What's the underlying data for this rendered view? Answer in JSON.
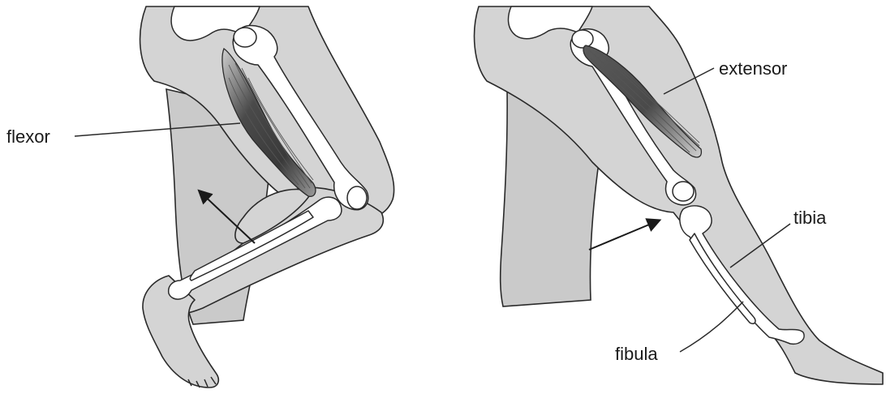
{
  "labels": {
    "flexor": "flexor",
    "extensor": "extensor",
    "tibia": "tibia",
    "fibula": "fibula"
  },
  "colors": {
    "skin": "#d4d4d4",
    "muscle_dark": "#3a3a3a",
    "muscle_light": "#bdbdbd",
    "outline": "#2a2a2a",
    "bone": "#ffffff"
  }
}
